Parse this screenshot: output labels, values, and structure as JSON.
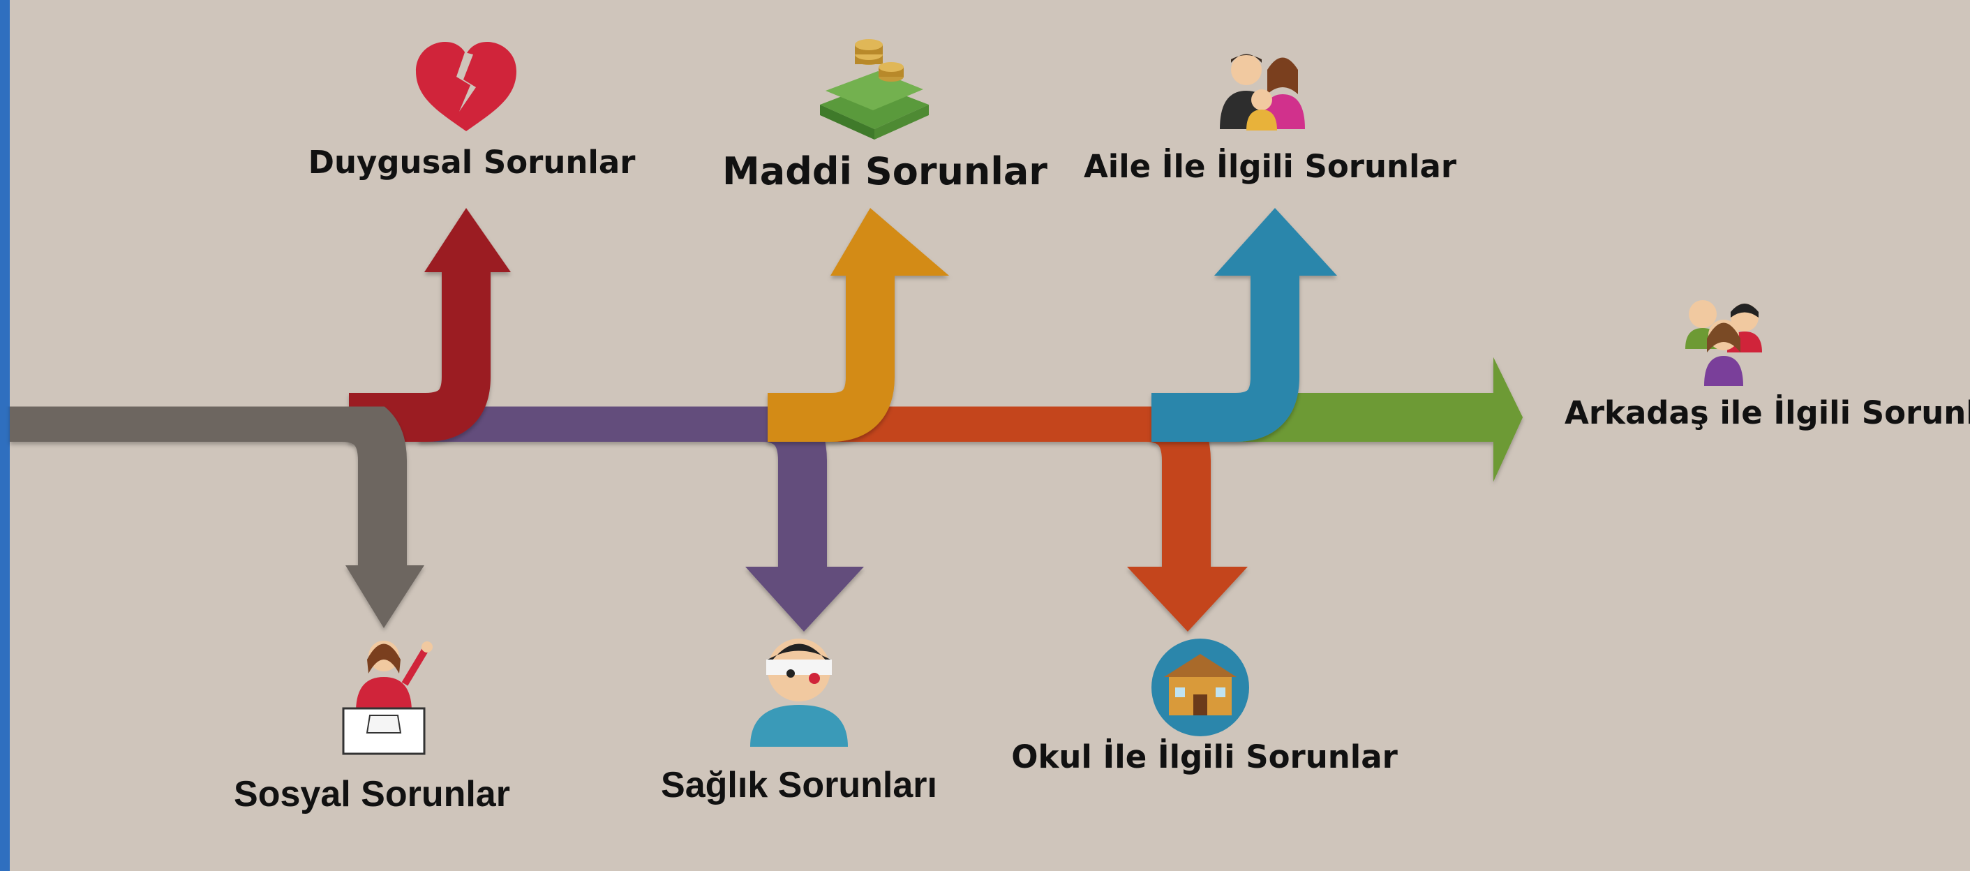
{
  "diagram": {
    "branches_up": [
      {
        "id": "duygusal",
        "label": "Duygusal Sorunlar",
        "color": "#9b1c20",
        "icon": "broken-heart-icon"
      },
      {
        "id": "maddi",
        "label": "Maddi Sorunlar",
        "color": "#d38b14",
        "icon": "money-stack-icon"
      },
      {
        "id": "aile",
        "label": "Aile İle İlgili Sorunlar",
        "color": "#2b86ab",
        "icon": "family-icon"
      }
    ],
    "branches_down": [
      {
        "id": "sosyal",
        "label": "Sosyal Sorunlar",
        "color": "#6d6661",
        "icon": "woman-at-desk-icon"
      },
      {
        "id": "saglik",
        "label": "Sağlık Sorunları",
        "color": "#634e7c",
        "icon": "injured-person-icon"
      },
      {
        "id": "okul",
        "label": "Okul İle İlgili Sorunlar",
        "color": "#c4451b",
        "icon": "school-building-icon"
      }
    ],
    "main_arrow": {
      "id": "arkadas",
      "label": "Arkadaş ile İlgili Sorunlar",
      "color": "#6d9a34",
      "icon": "friends-group-icon"
    }
  },
  "colors": {
    "background": "#cfc5bb",
    "left_bar": "#2f6fbf",
    "text": "#111111"
  }
}
